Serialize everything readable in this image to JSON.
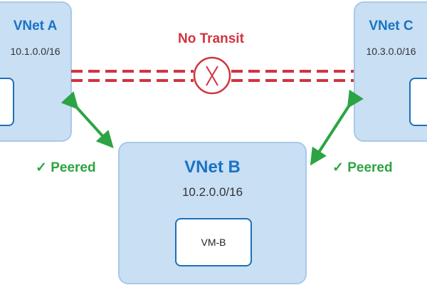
{
  "vnets": {
    "a": {
      "title": "VNet A",
      "cidr": "10.1.0.0/16"
    },
    "b": {
      "title": "VNet B",
      "cidr": "10.2.0.0/16",
      "vm": "VM-B"
    },
    "c": {
      "title": "VNet C",
      "cidr": "10.3.0.0/16"
    }
  },
  "no_transit": {
    "label": "No Transit",
    "icon": "x-circle-icon",
    "color": "#d0343f"
  },
  "peerings": {
    "left": {
      "label": "✓ Peered"
    },
    "right": {
      "label": "✓ Peered"
    },
    "color": "#2ca444"
  }
}
